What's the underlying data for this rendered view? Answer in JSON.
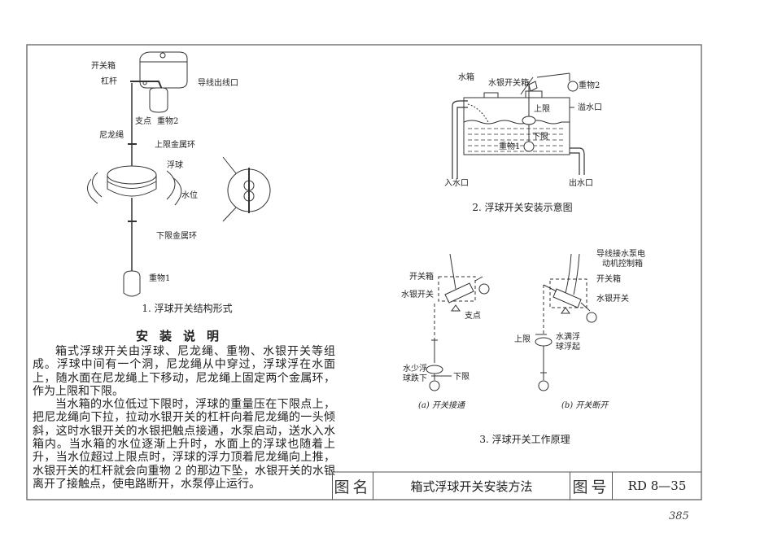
{
  "figure1": {
    "labels": {
      "switch_box": "开关箱",
      "lever": "杠杆",
      "wire_outlet": "导线出线口",
      "pivot": "支点",
      "weight2": "重物2",
      "nylon_rope": "尼龙绳",
      "upper_ring": "上限金属环",
      "float_ball": "浮球",
      "water_level": "水位",
      "lower_ring": "下限金属环",
      "weight1": "重物1"
    },
    "caption": "1. 浮球开关结构形式"
  },
  "figure2": {
    "labels": {
      "water_tank": "水箱",
      "mercury_switch_box": "水银开关箱",
      "weight2": "重物2",
      "upper_limit": "上限",
      "overflow": "溢水口",
      "lower_limit": "下限",
      "weight1": "重物1",
      "inlet": "入水口",
      "outlet": "出水口"
    },
    "caption": "2. 浮球开关安装示意图"
  },
  "figure3": {
    "a": {
      "switch_box": "开关箱",
      "mercury_switch": "水银开关",
      "pivot": "支点",
      "low_water_1": "水少浮",
      "low_water_2": "球跌下",
      "lower_limit": "下限",
      "subcaption": "(a) 开关接通"
    },
    "b": {
      "wire_1": "导线接水泵电",
      "wire_2": "动机控制箱",
      "switch_box": "开关箱",
      "mercury_switch": "水银开关",
      "upper_limit": "上限",
      "full_water_1": "水满浮",
      "full_water_2": "球浮起",
      "subcaption": "(b) 开关断开"
    },
    "caption": "3. 浮球开关工作原理"
  },
  "instructions": {
    "heading": "安装说明",
    "lines": [
      "箱式浮球开关由浮球、尼龙绳、重物、水银开关等组",
      "成。浮球中间有一个洞，尼龙绳从中穿过，浮球浮在水面",
      "上，随水面在尼龙绳上下移动，尼龙绳上固定两个金属环，",
      "作为上限和下限。",
      "当水箱的水位低过下限时，浮球的重量压在下限点上，",
      "把尼龙绳向下拉，拉动水银开关的杠杆向着尼龙绳的一头倾",
      "斜，这时水银开关的水银把触点接通，水泵启动，送水入水",
      "箱内。当水箱的水位逐渐上升时，水面上的浮球也随着上",
      "升，当水位超过上限点时，浮球的浮力顶着尼龙绳向上推，",
      "水银开关的杠杆就会向重物 2 的那边下坠，水银开关的水银",
      "离开了接触点，使电路断开，水泵停止运行。"
    ]
  },
  "title_block": {
    "name_label": "图名",
    "name_value": "箱式浮球开关安装方法",
    "number_label": "图号",
    "number_value": "RD 8—35"
  },
  "page_number": "385"
}
